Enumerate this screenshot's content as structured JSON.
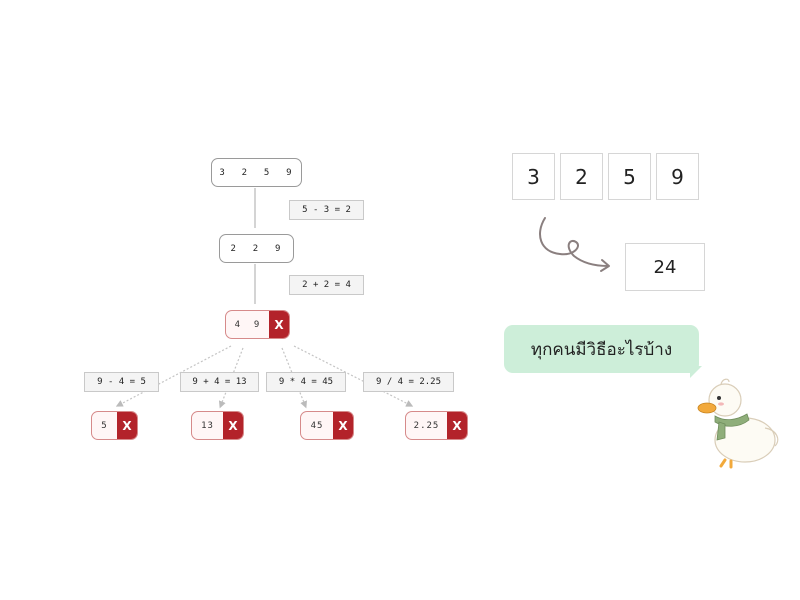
{
  "tree": {
    "root": "3  2  5  9",
    "level1": "2  2  9",
    "level2": "4  9",
    "op1": "5 - 3 = 2",
    "op2": "2 + 2 = 4",
    "branch_ops": [
      "9 - 4 = 5",
      "9 + 4 = 13",
      "9 * 4 = 45",
      "9 / 4 = 2.25"
    ],
    "leaves": [
      "5",
      "13",
      "45",
      "2.25"
    ],
    "fail_mark": "X"
  },
  "puzzle": {
    "cards": [
      "3",
      "2",
      "5",
      "9"
    ],
    "target": "24"
  },
  "speech": {
    "text": "ทุกคนมีวิธีอะไรบ้าง"
  },
  "colors": {
    "fail_red": "#b3232a",
    "bubble_green": "#cdeed9",
    "scarf_green": "#8fae7a",
    "beak_orange": "#f2a93b"
  }
}
